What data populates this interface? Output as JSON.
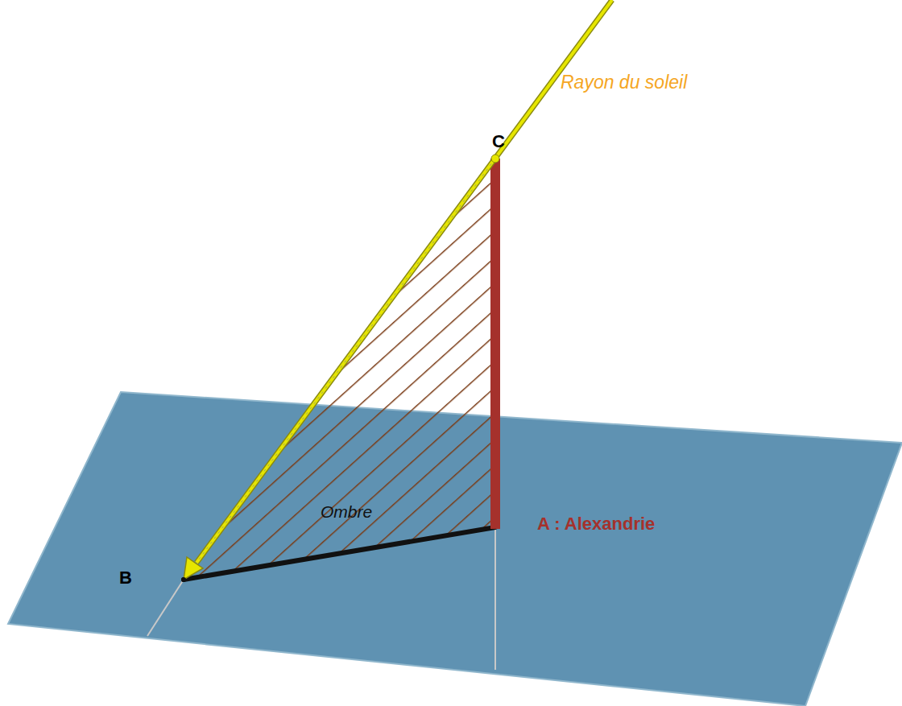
{
  "diagram": {
    "labels": [
      "Rayon du soleil",
      "C",
      "Ombre",
      "A : Alexandrie",
      "B"
    ]
  }
}
